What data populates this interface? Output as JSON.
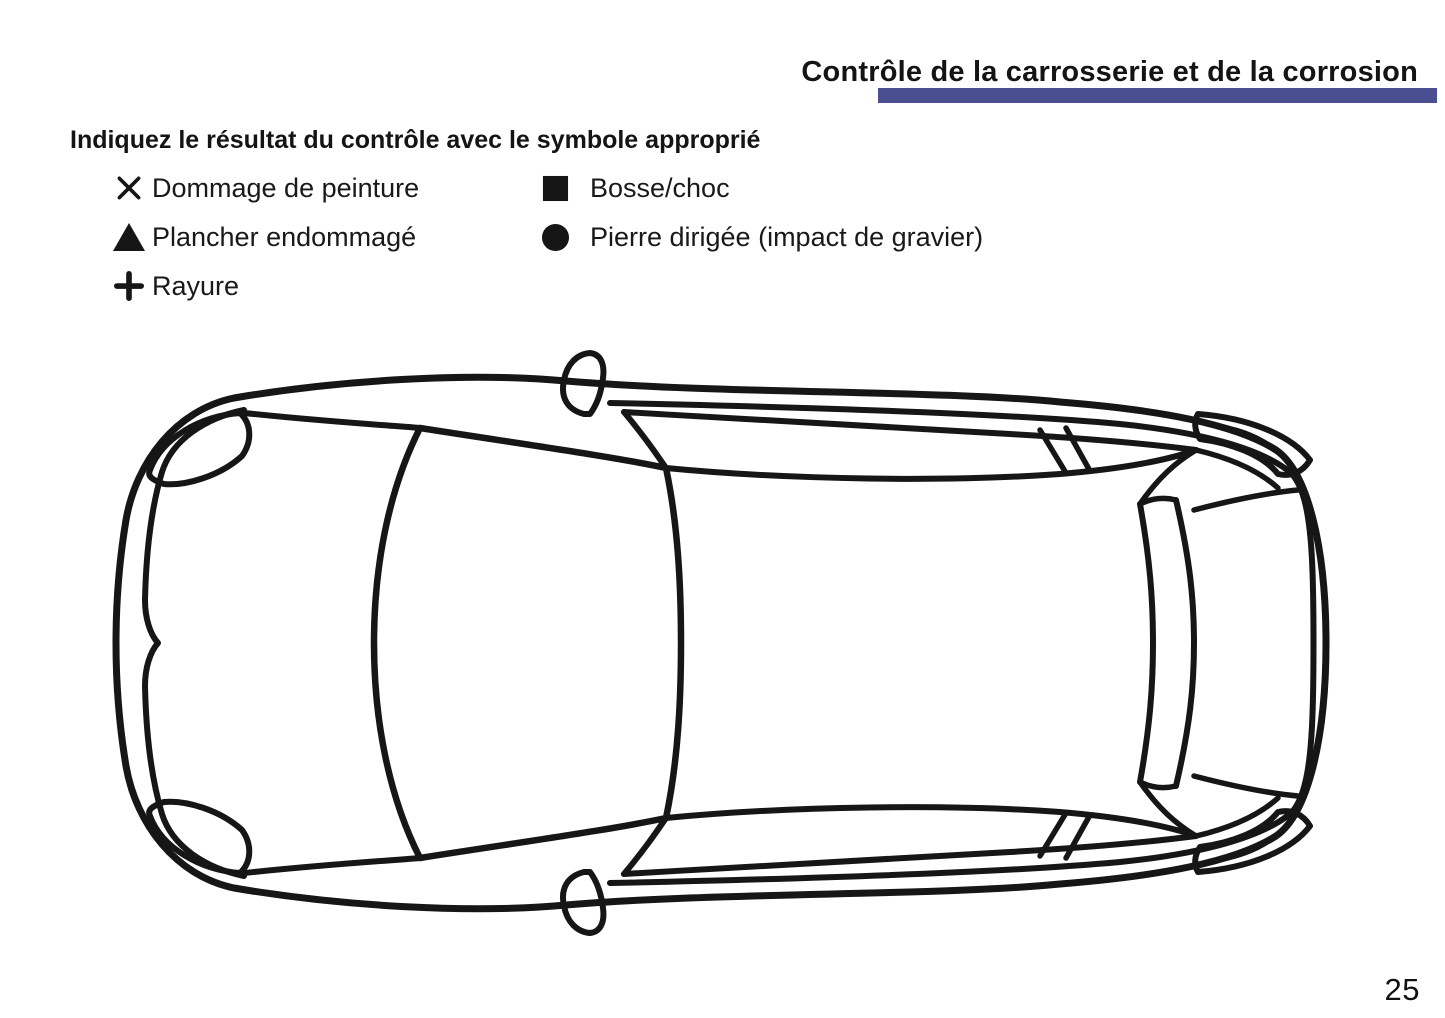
{
  "page": {
    "background_color": "#ffffff",
    "page_number": "25"
  },
  "header": {
    "title": "Contrôle de la carrosserie et de la corrosion",
    "underline_color": "#494f90"
  },
  "instruction": "Indiquez le résultat du contrôle avec le symbole approprié",
  "legend": {
    "columns": [
      {
        "items": [
          {
            "icon": "x-mark",
            "label": "Dommage de peinture"
          },
          {
            "icon": "triangle",
            "label": "Plancher endommagé"
          },
          {
            "icon": "plus",
            "label": "Rayure"
          }
        ]
      },
      {
        "items": [
          {
            "icon": "square",
            "label": "Bosse/choc"
          },
          {
            "icon": "circle",
            "label": "Pierre dirigée (impact de gravier)"
          }
        ]
      }
    ]
  },
  "diagram": {
    "description": "Top view line drawing of a car (front at left, rear at right) used to mark body damage locations",
    "stroke_color": "#161616"
  }
}
